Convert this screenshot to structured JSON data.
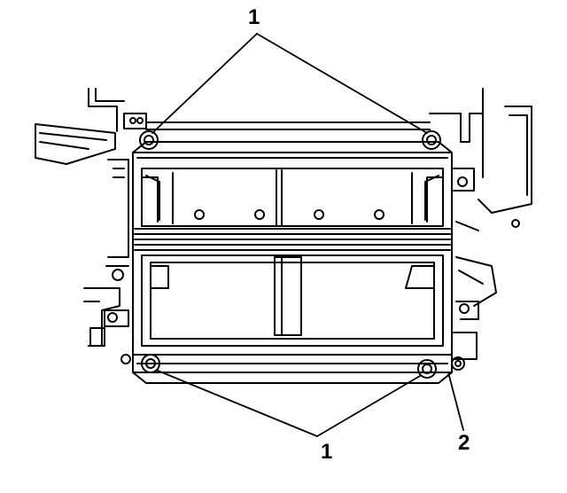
{
  "callouts": {
    "top": "1",
    "bottom": "1",
    "side": "2"
  },
  "colors": {
    "ink": "#000000",
    "paper": "#ffffff"
  }
}
